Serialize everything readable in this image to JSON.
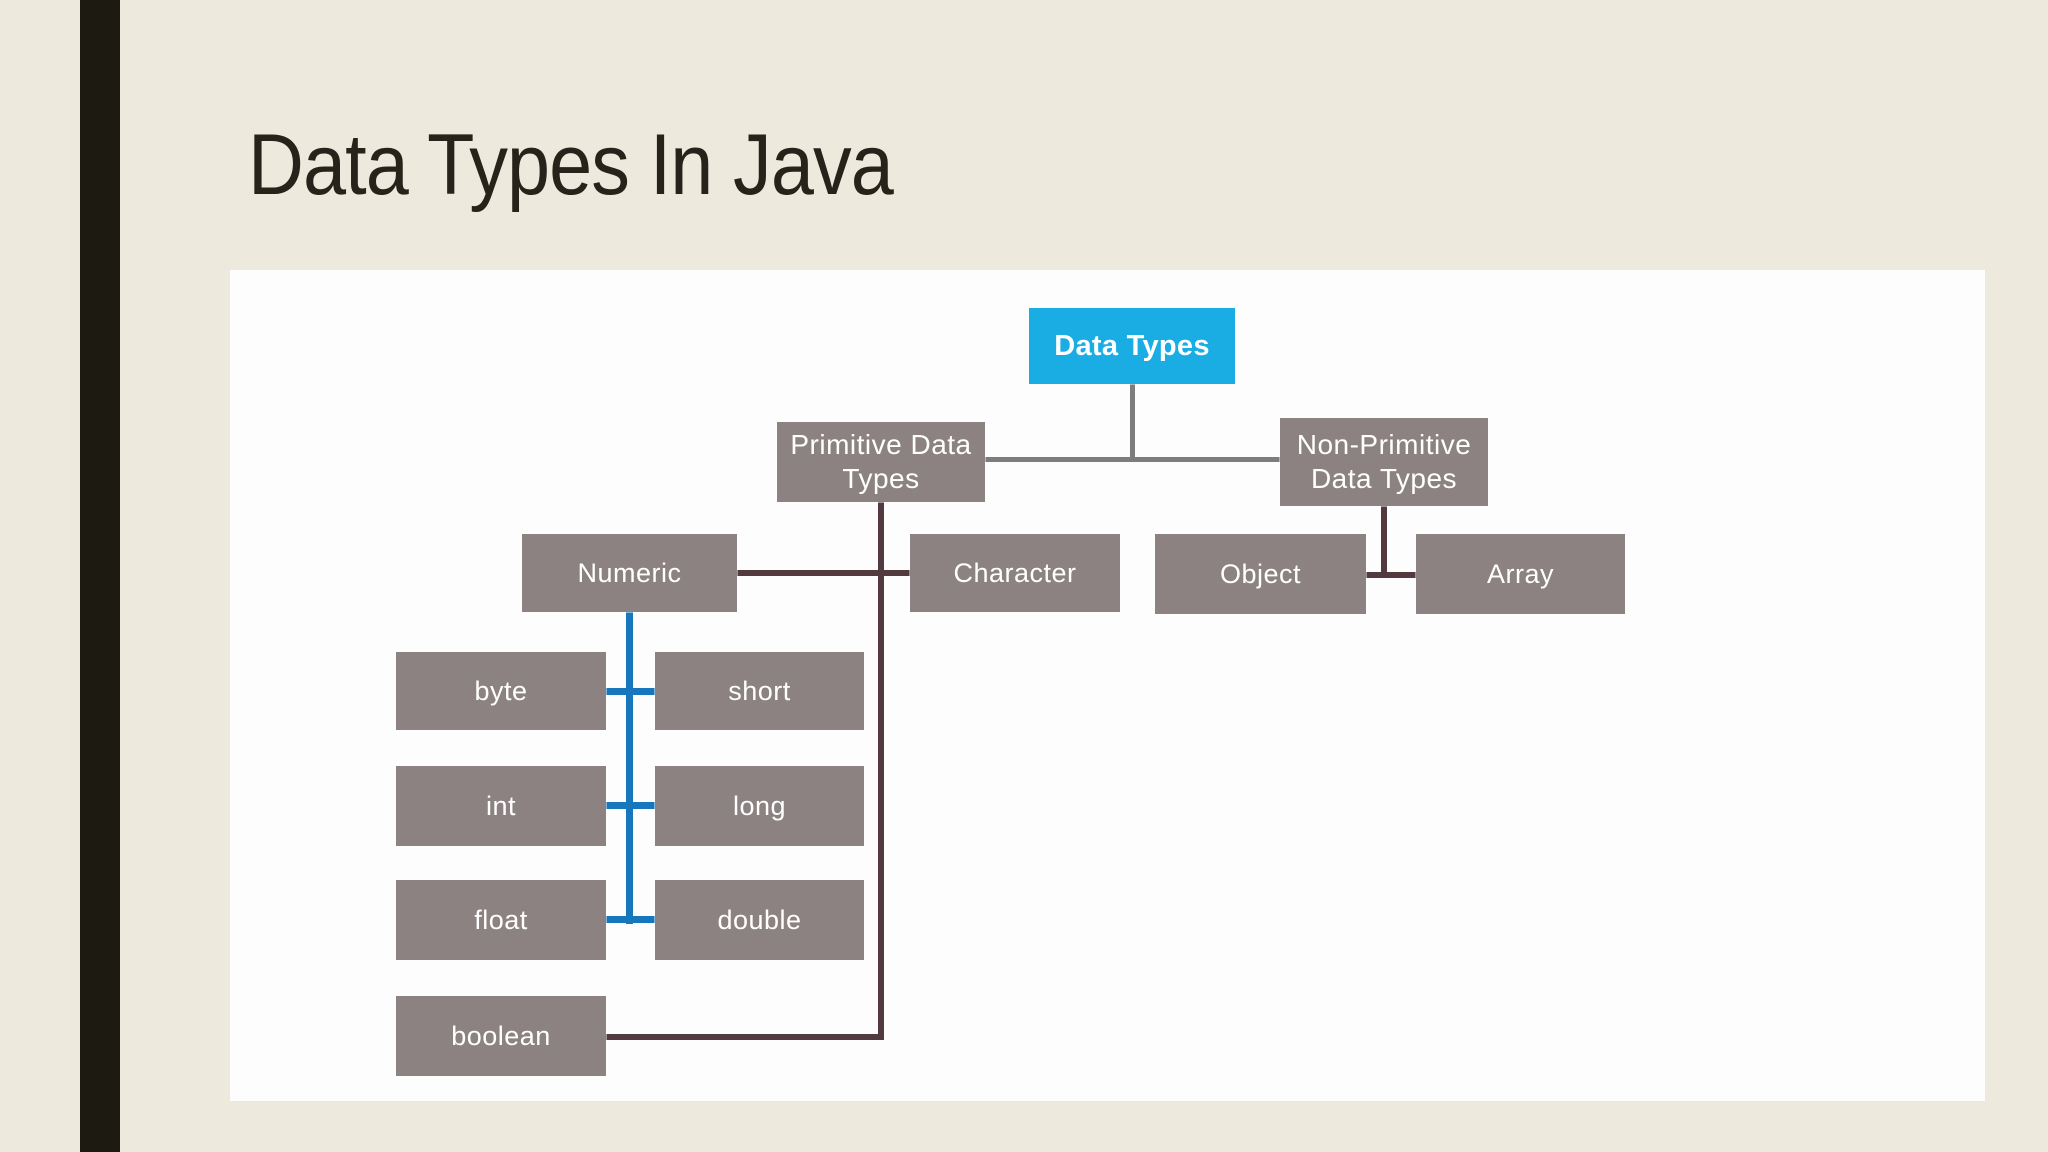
{
  "slide": {
    "title": "Data Types In Java"
  },
  "colors": {
    "background": "#edeadd",
    "accent_bar": "#1d1b11",
    "panel": "#fdfdfe",
    "title_text": "#26231a",
    "root_node_fill": "#1aade4",
    "node_fill": "#8b8281",
    "node_text": "#ffffff",
    "gray_line": "#7d7d7d",
    "maroon_line": "#533a3e",
    "blue_line": "#1777bd"
  },
  "diagram": {
    "nodes": {
      "data_types": {
        "label": "Data Types"
      },
      "primitive": {
        "label": "Primitive Data\nTypes"
      },
      "non_primitive": {
        "label": "Non-Primitive\nData Types"
      },
      "numeric": {
        "label": "Numeric"
      },
      "character": {
        "label": "Character"
      },
      "object": {
        "label": "Object"
      },
      "array": {
        "label": "Array"
      },
      "byte": {
        "label": "byte"
      },
      "short": {
        "label": "short"
      },
      "int": {
        "label": "int"
      },
      "long": {
        "label": "long"
      },
      "float": {
        "label": "float"
      },
      "double": {
        "label": "double"
      },
      "boolean": {
        "label": "boolean"
      }
    },
    "edges": [
      {
        "from": "Data Types",
        "to": "Primitive Data Types"
      },
      {
        "from": "Data Types",
        "to": "Non-Primitive Data Types"
      },
      {
        "from": "Primitive Data Types",
        "to": "Numeric"
      },
      {
        "from": "Primitive Data Types",
        "to": "Character"
      },
      {
        "from": "Primitive Data Types",
        "to": "boolean"
      },
      {
        "from": "Numeric",
        "to": "byte"
      },
      {
        "from": "Numeric",
        "to": "short"
      },
      {
        "from": "Numeric",
        "to": "int"
      },
      {
        "from": "Numeric",
        "to": "long"
      },
      {
        "from": "Numeric",
        "to": "float"
      },
      {
        "from": "Numeric",
        "to": "double"
      },
      {
        "from": "Non-Primitive Data Types",
        "to": "Object"
      },
      {
        "from": "Non-Primitive Data Types",
        "to": "Array"
      }
    ]
  }
}
